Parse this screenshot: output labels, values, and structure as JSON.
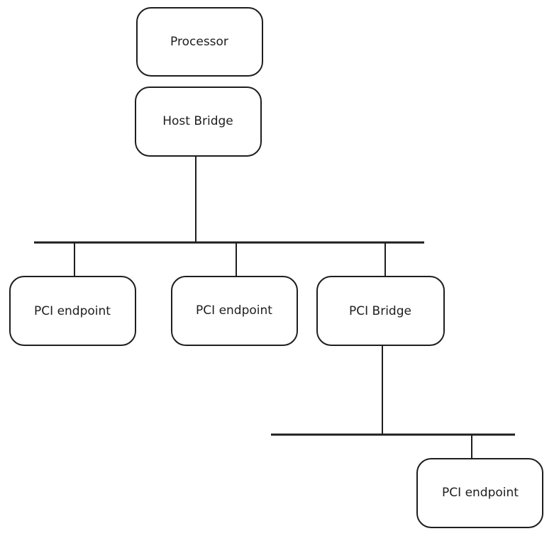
{
  "diagram": {
    "nodes": {
      "processor": "Processor",
      "host_bridge": "Host Bridge",
      "pci_endpoint_1": "PCI endpoint",
      "pci_endpoint_2": "PCI endpoint",
      "pci_bridge": "PCI Bridge",
      "pci_endpoint_3": "PCI endpoint"
    },
    "colors": {
      "stroke": "#1e1e1e",
      "background": "#ffffff"
    }
  }
}
